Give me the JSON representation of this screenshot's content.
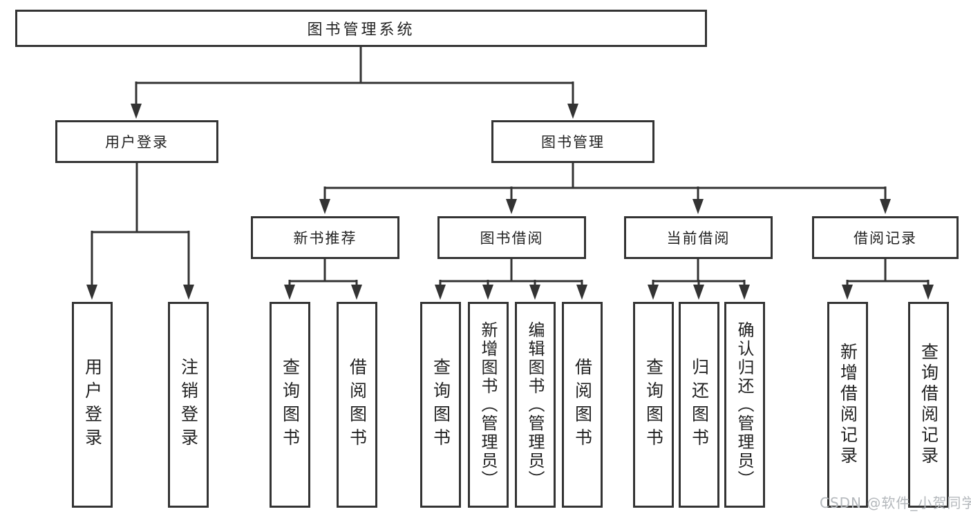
{
  "tree": {
    "root": "图书管理系统",
    "branches": {
      "userLogin": {
        "label": "用户登录",
        "children": [
          "用户登录",
          "注销登录"
        ]
      },
      "bookManagement": {
        "label": "图书管理",
        "children": {
          "newBookRecommend": {
            "label": "新书推荐",
            "children": [
              "查询图书",
              "借阅图书"
            ]
          },
          "bookBorrowing": {
            "label": "图书借阅",
            "children": [
              "查询图书",
              "新增图书（管理员）",
              "编辑图书（管理员）",
              "借阅图书"
            ]
          },
          "currentBorrowing": {
            "label": "当前借阅",
            "children": [
              "查询图书",
              "归还图书",
              "确认归还（管理员）"
            ]
          },
          "borrowingRecords": {
            "label": "借阅记录",
            "children": [
              "新增借阅记录",
              "查询借阅记录"
            ]
          }
        }
      }
    }
  },
  "watermark": "CSDN @软件_小贺同学",
  "colors": {
    "line": "#333333",
    "text": "#222222",
    "watermark": "#b4b8bc",
    "background": "#ffffff"
  }
}
